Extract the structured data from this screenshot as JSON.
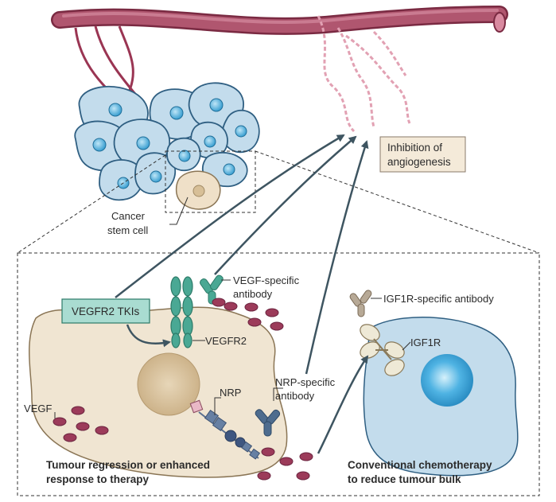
{
  "labels": {
    "cancer_stem_cell_line1": "Cancer",
    "cancer_stem_cell_line2": "stem cell",
    "inhibition_line1": "Inhibition of",
    "inhibition_line2": "angiogenesis",
    "vegf_antibody_line1": "VEGF-specific",
    "vegf_antibody_line2": "antibody",
    "vegfr2_tkis": "VEGFR2 TKIs",
    "vegfr2": "VEGFR2",
    "vegf": "VEGF",
    "nrp": "NRP",
    "nrp_antibody_line1": "NRP-specific",
    "nrp_antibody_line2": "antibody",
    "igf1r_antibody": "IGF1R-specific antibody",
    "igf1r": "IGF1R",
    "left_caption_line1": "Tumour regression or enhanced",
    "left_caption_line2": "response to therapy",
    "right_caption_line1": "Conventional chemotherapy",
    "right_caption_line2": "to reduce tumour bulk"
  },
  "colors": {
    "vessel": "#a8425e",
    "vessel_light": "#e2a1b3",
    "tumour_cell": "#c3dcec",
    "nucleus_blue": "#4ea9d9",
    "stem_cell": "#efe0c8",
    "cell_body": "#f0e5d2",
    "cell_nucleus": "#d7bf97",
    "receptor_teal": "#4aa894",
    "tki_box": "#a9dcd1",
    "vegf_dots": "#9c3b5a",
    "antibody_blue": "#4e6c8e",
    "igf_antibody": "#8a7a6a",
    "igf1r_receptor": "#eee9d6",
    "arrow": "#3e5561",
    "label_box": "#f4ead9"
  }
}
